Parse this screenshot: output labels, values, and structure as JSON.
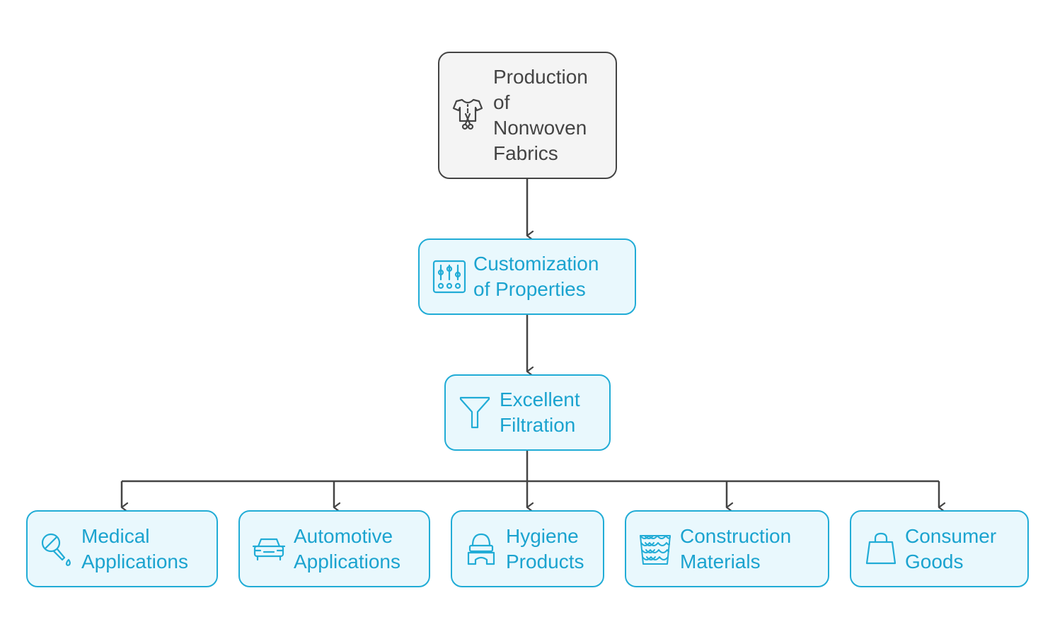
{
  "colors": {
    "root_stroke": "#444444",
    "root_fill": "#f4f4f4",
    "node_stroke": "#21acd6",
    "node_fill": "#e9f8fd",
    "node_text": "#1ba3cf",
    "connector": "#444444"
  },
  "nodes": {
    "root": {
      "label": "Production\nof\nNonwoven\nFabrics",
      "icon": "shirt-scissors-icon"
    },
    "customization": {
      "label": "Customization\nof Properties",
      "icon": "sliders-icon"
    },
    "filtration": {
      "label": "Excellent\nFiltration",
      "icon": "funnel-icon"
    },
    "medical": {
      "label": "Medical\nApplications",
      "icon": "dropper-icon"
    },
    "automotive": {
      "label": "Automotive\nApplications",
      "icon": "car-icon"
    },
    "hygiene": {
      "label": "Hygiene\nProducts",
      "icon": "potty-icon"
    },
    "construction": {
      "label": "Construction\nMaterials",
      "icon": "mesh-icon"
    },
    "consumer": {
      "label": "Consumer\nGoods",
      "icon": "shopping-bag-icon"
    }
  }
}
